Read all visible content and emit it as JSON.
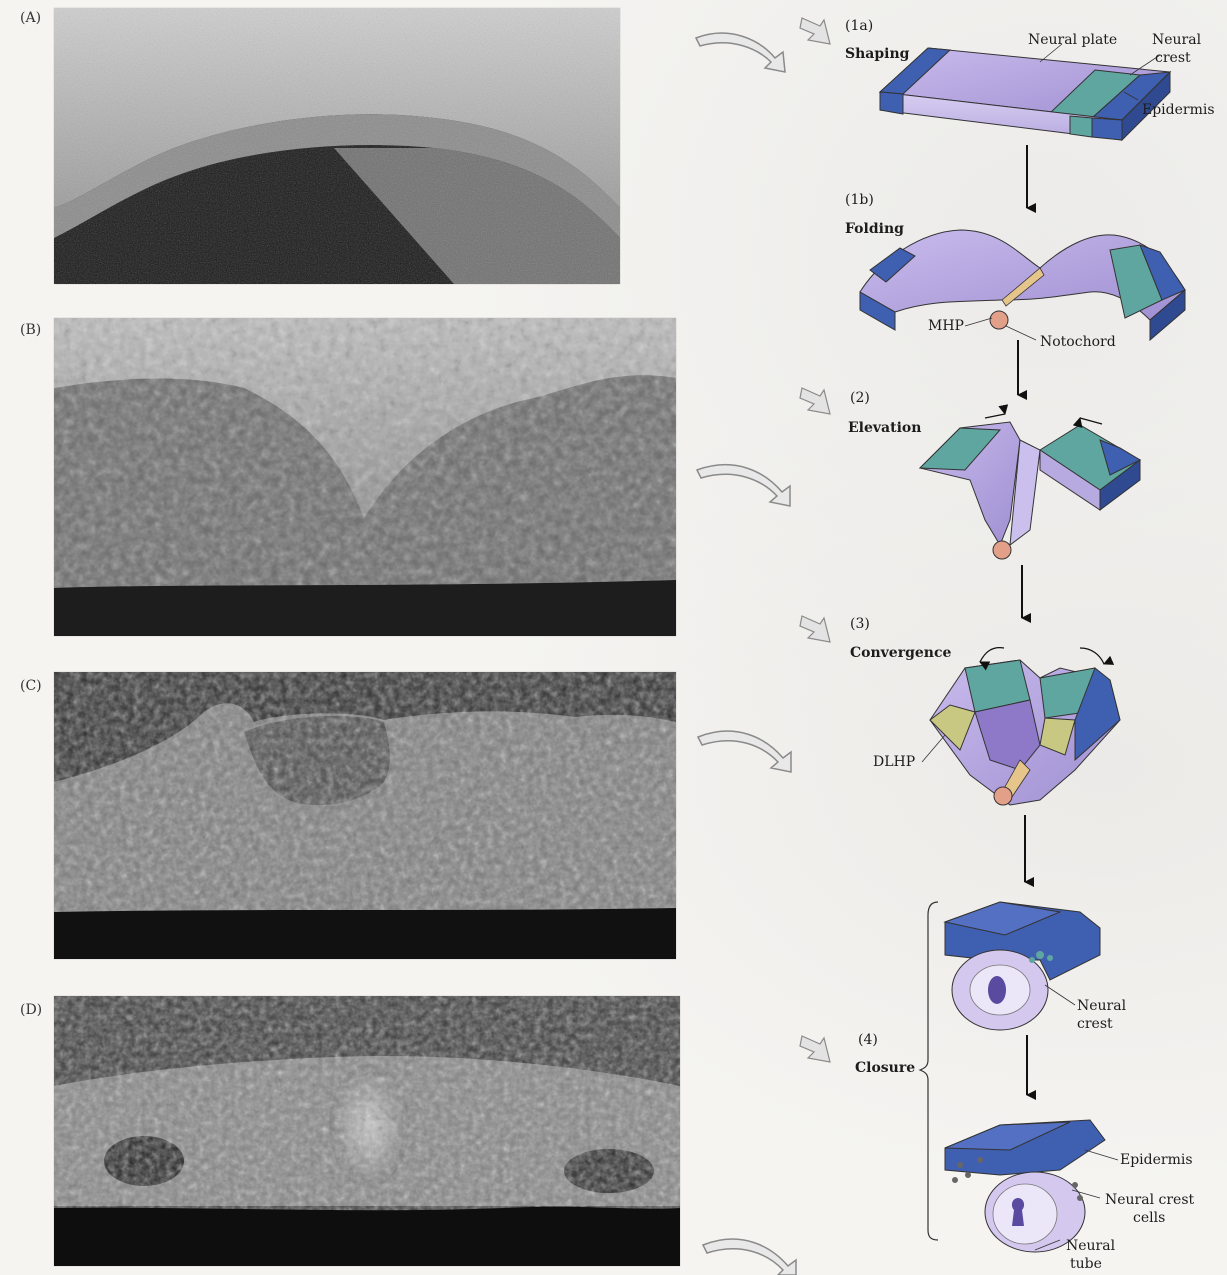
{
  "panels": {
    "a_letter": "(A)",
    "b_letter": "(B)",
    "c_letter": "(C)",
    "d_letter": "(D)"
  },
  "stages": {
    "s1a_num": "(1a)",
    "s1a_name": "Shaping",
    "s1b_num": "(1b)",
    "s1b_name": "Folding",
    "s2_num": "(2)",
    "s2_name": "Elevation",
    "s3_num": "(3)",
    "s3_name": "Convergence",
    "s4_num": "(4)",
    "s4_name": "Closure"
  },
  "labels": {
    "neural_plate": "Neural plate",
    "neural_crest_top_1": "Neural",
    "neural_crest_top_2": "crest",
    "epidermis_top": "Epidermis",
    "mhp": "MHP",
    "notochord": "Notochord",
    "dlhp": "DLHP",
    "neural_crest_mid_1": "Neural",
    "neural_crest_mid_2": "crest",
    "epidermis_bottom": "Epidermis",
    "neural_crest_cells_1": "Neural crest",
    "neural_crest_cells_2": "cells",
    "neural_tube_1": "Neural",
    "neural_tube_2": "tube"
  },
  "colors": {
    "neural_plate": "#b7a6de",
    "neural_crest": "#5fa6a0",
    "epidermis": "#3f5fb0",
    "notochord": "#e3a089",
    "hinge": "#e6c58a"
  }
}
